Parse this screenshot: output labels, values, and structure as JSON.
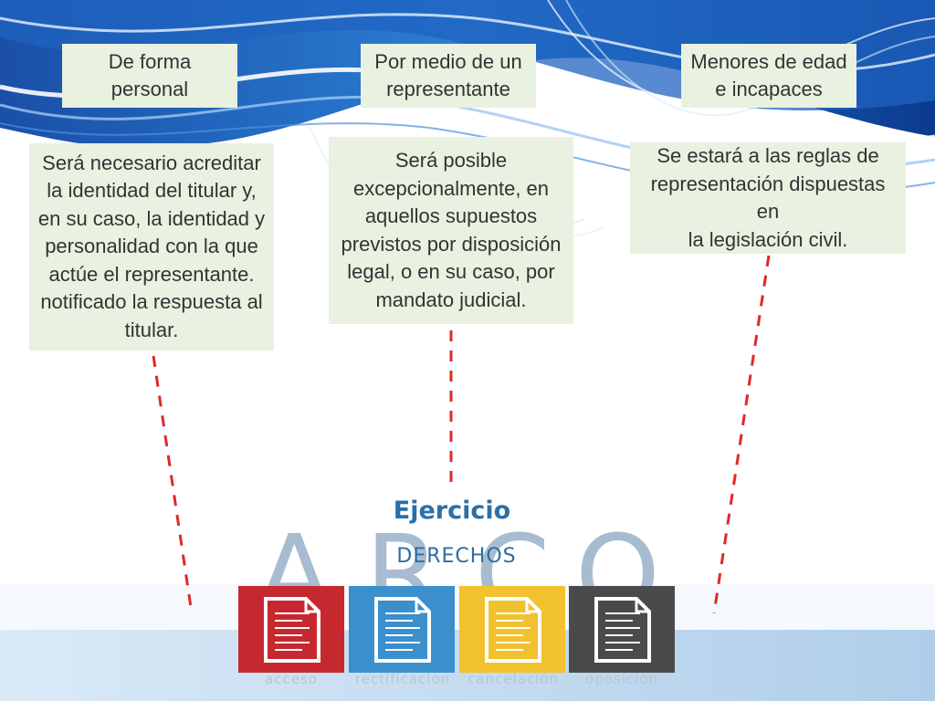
{
  "columns": [
    {
      "header": "De forma personal",
      "header_lines": [
        "De forma",
        "personal"
      ],
      "body": "Será necesario acreditar la identidad del titular y, en su caso, la identidad y personalidad con la que actúe el representante. notificado la respuesta al titular.",
      "body_lines": [
        "Será necesario acreditar",
        "la identidad del titular y,",
        "en su caso, la identidad y",
        "personalidad con la que",
        "actúe el representante.",
        "notificado la respuesta al",
        "titular."
      ]
    },
    {
      "header": "Por medio de un representante",
      "header_lines": [
        "Por medio de un",
        "representante"
      ],
      "body": "Será posible excepcionalmente, en aquellos supuestos previstos por disposición legal, o en su caso, por mandato judicial.",
      "body_lines": [
        "Será posible",
        "excepcionalmente, en",
        "aquellos supuestos",
        "previstos por disposición",
        "legal, o en su caso, por",
        "mandato judicial."
      ]
    },
    {
      "header": "Menores de edad e incapaces",
      "header_lines": [
        "Menores de edad",
        "e incapaces"
      ],
      "body": "Se estará a las reglas de representación dispuestas en la legislación civil.",
      "body_lines": [
        "Se estará a las reglas de",
        "representación dispuestas en",
        "la legislación civil."
      ]
    }
  ],
  "logo": {
    "title": "Ejercicio",
    "subtitle": "DERECHOS",
    "letters": [
      "A",
      "R",
      "C",
      "O"
    ],
    "tiles": [
      {
        "label": "acceso",
        "color": "#c6282f",
        "icon": "document-icon"
      },
      {
        "label": "rectificacion",
        "color": "#3b8fcd",
        "icon": "document-icon"
      },
      {
        "label": "cancelación",
        "color": "#f2c12e",
        "icon": "document-icon"
      },
      {
        "label": "oposición",
        "color": "#4a4a4c",
        "icon": "document-icon"
      }
    ]
  },
  "colors": {
    "box_fill": "#e9f1e0",
    "connector": "#e02828",
    "accent_blue": "#2a6fa7"
  }
}
